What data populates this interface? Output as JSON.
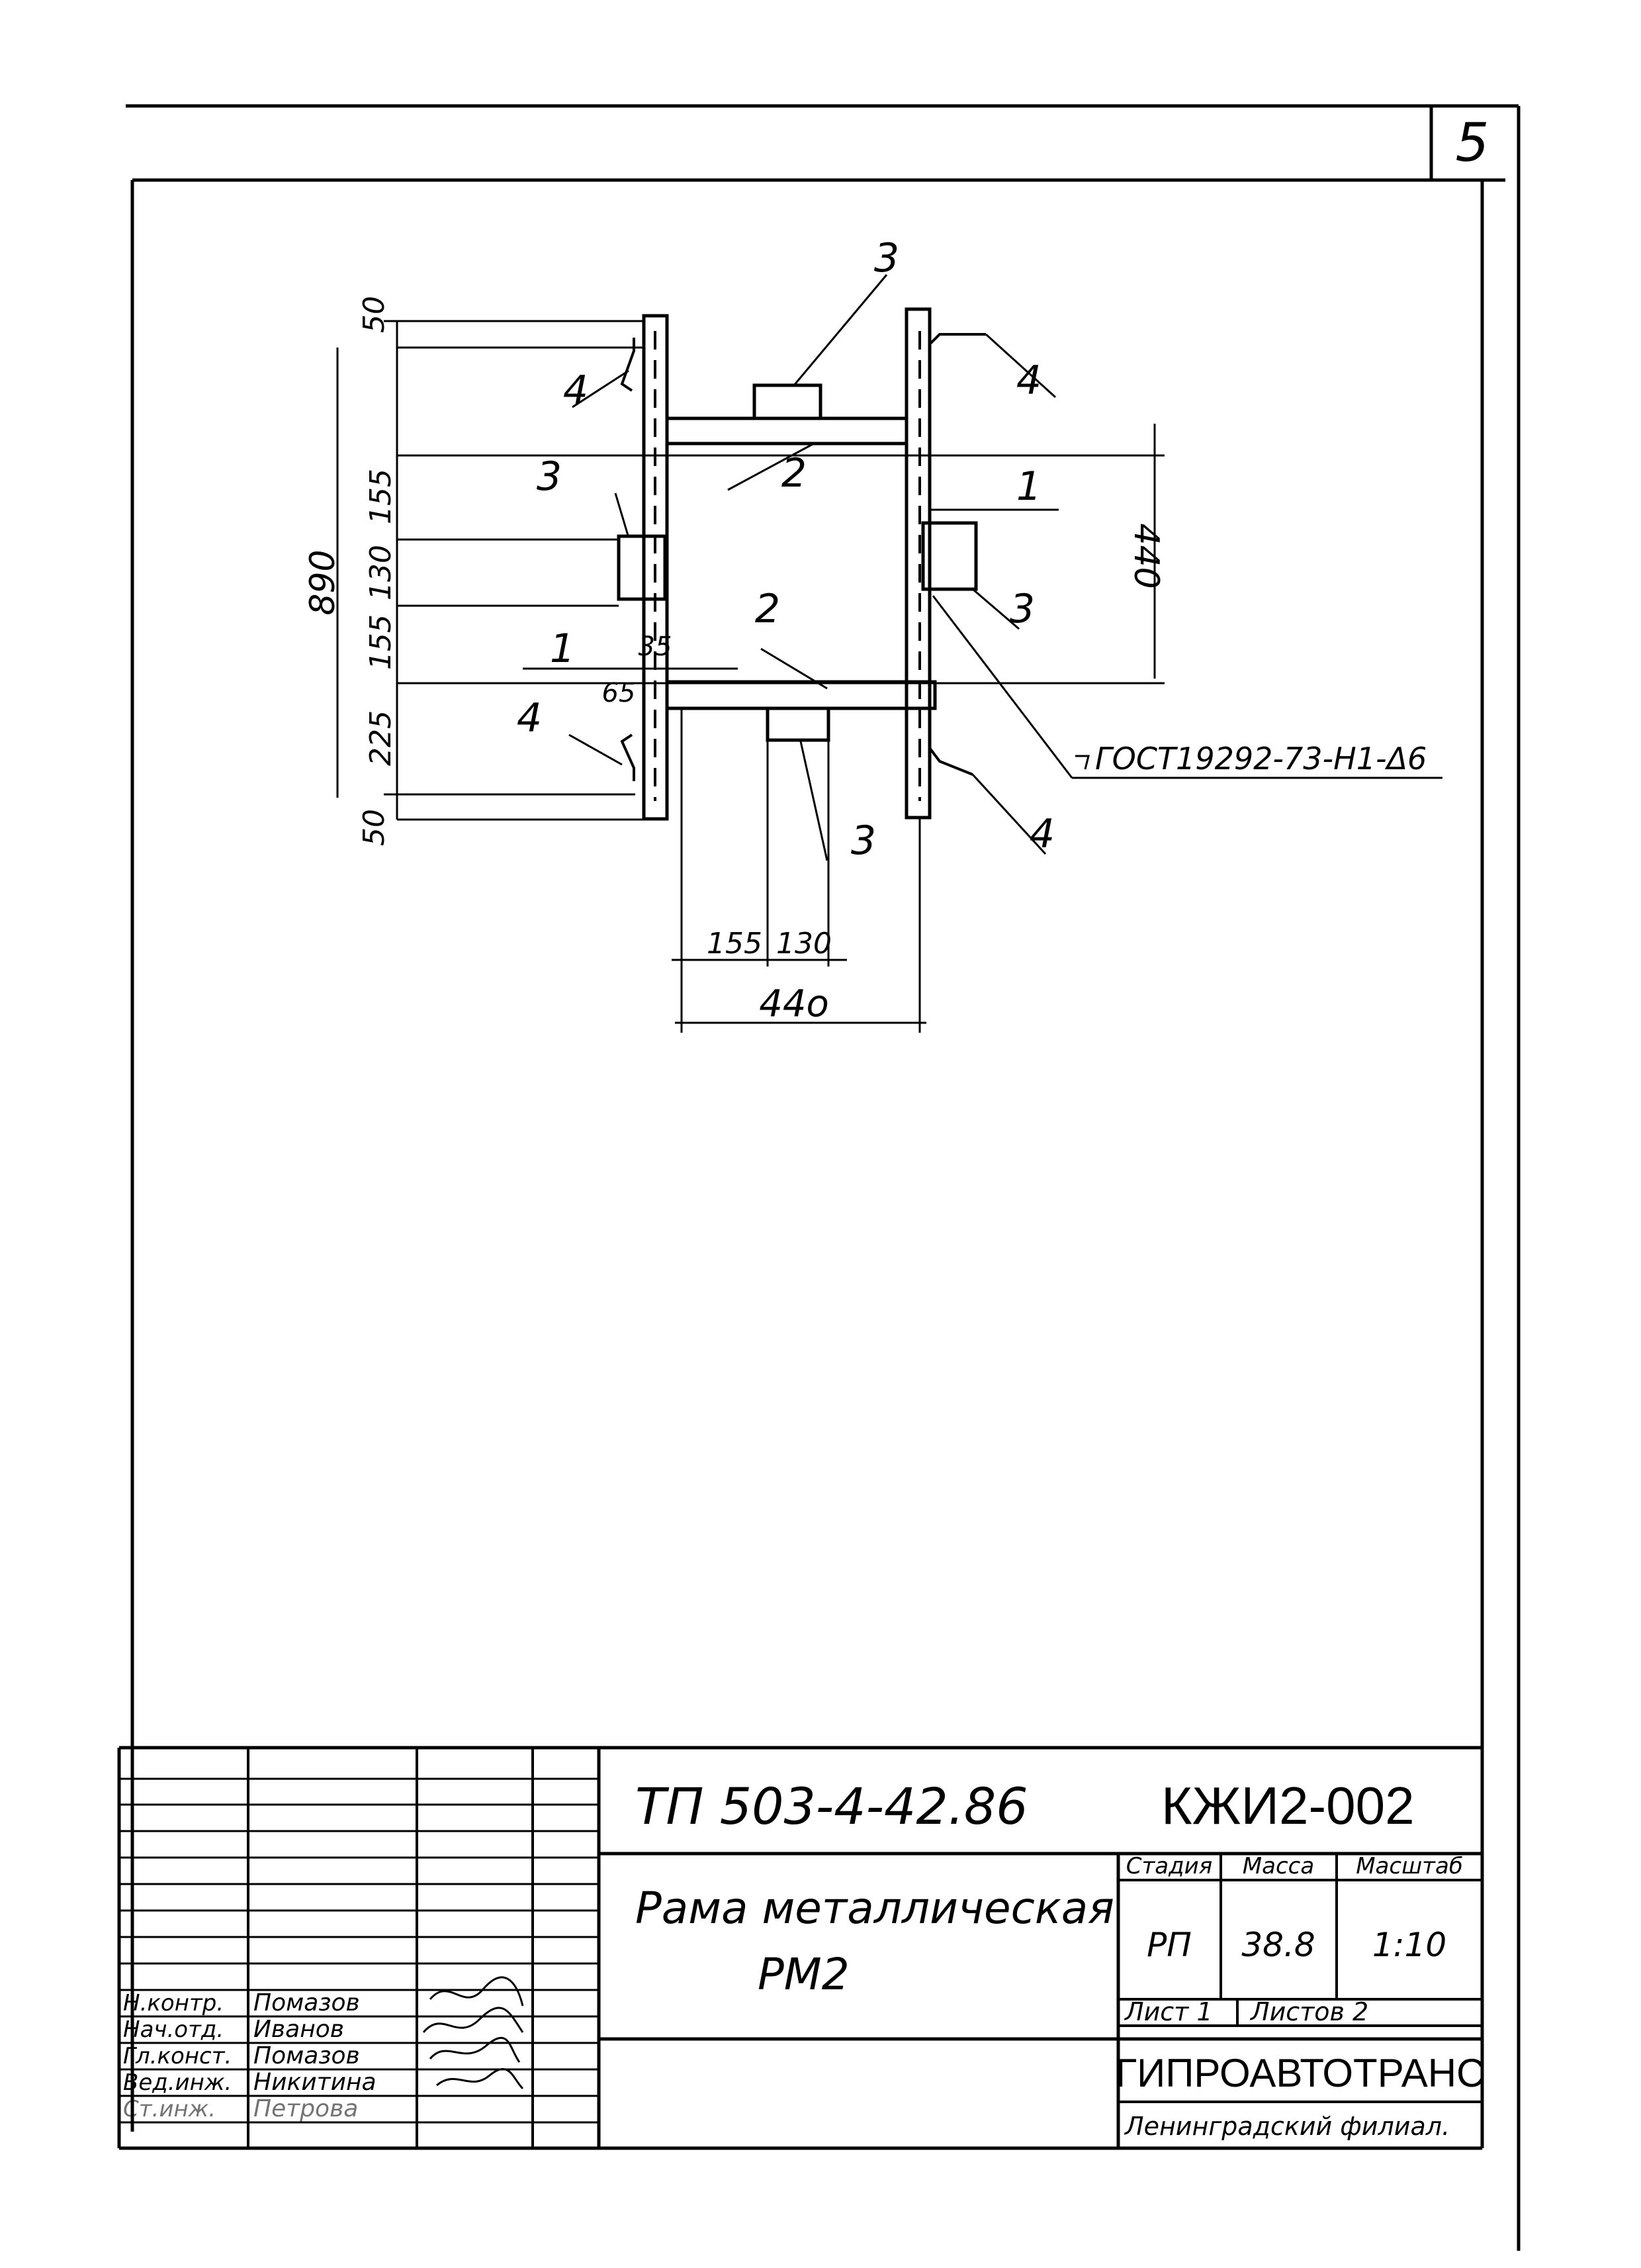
{
  "sheet_number": "5",
  "drawing": {
    "callouts": {
      "top_3": "3",
      "upper_left_4": "4",
      "upper_right_4": "4",
      "left_3": "3",
      "upper_2": "2",
      "right_1": "1",
      "right_3": "3",
      "lower_2": "2",
      "left_1": "1",
      "lower_left_4": "4",
      "lower_right_4": "4",
      "bottom_3": "3"
    },
    "dimensions": {
      "top_50": "50",
      "overall_890": "890",
      "d155_upper": "155",
      "d130": "130",
      "d155_lower": "155",
      "d225": "225",
      "bottom_50": "50",
      "d35": "35",
      "d65": "65",
      "right_440": "440",
      "bottom_155": "155",
      "bottom_130": "130",
      "bottom_440": "44о"
    },
    "weld_note": "ГОСТ19292-73-Н1-Δ6"
  },
  "title_block": {
    "project_code": "ТП 503-4-42.86",
    "drawing_code": "КЖИ2-002",
    "title_line1": "Рама металлическая",
    "title_line2": "РМ2",
    "headers": {
      "stage": "Стадия",
      "mass": "Масса",
      "scale": "Масштаб"
    },
    "values": {
      "stage": "РП",
      "mass": "38.8",
      "scale": "1:10"
    },
    "sheet_label": "Лист 1",
    "sheets_label": "Листов 2",
    "organization": "ГИПРОАВТОТРАНС",
    "branch": "Ленинградский филиал.",
    "signatures": [
      {
        "role": "Н.контр.",
        "name": "Помазов"
      },
      {
        "role": "Нач.отд.",
        "name": "Иванов"
      },
      {
        "role": "Гл.конст.",
        "name": "Помазов"
      },
      {
        "role": "Вед.инж.",
        "name": "Никитина"
      },
      {
        "role": "Ст.инж.",
        "name": "Петрова"
      }
    ]
  }
}
